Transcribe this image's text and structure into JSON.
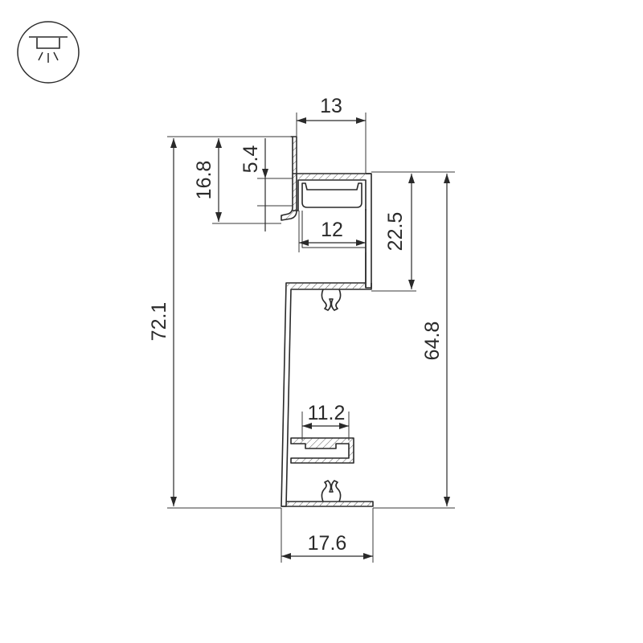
{
  "diagram": {
    "icon": "ceiling-downlight-icon",
    "colors": {
      "line": "#3a3a3a",
      "profile": "#2a2a2a"
    },
    "dimensions": {
      "top_width": "13",
      "left_height": "16.8",
      "lip_height": "5.4",
      "inner_width": "12",
      "upper_channel_height": "22.5",
      "total_height": "72.1",
      "right_height": "64.8",
      "clip_width": "11.2",
      "bottom_width": "17.6"
    }
  }
}
